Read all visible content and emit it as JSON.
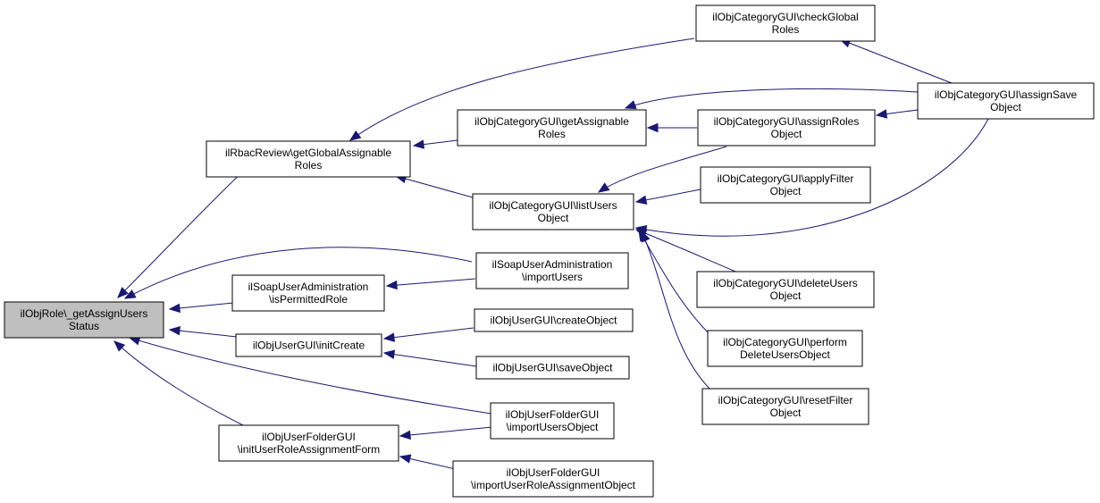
{
  "colors": {
    "edge": "#191970",
    "focus_fill": "#bfbfbf",
    "node_fill": "#ffffff",
    "node_border": "#000000"
  },
  "nodes": {
    "assign_users_status": {
      "lines": [
        "ilObjRole\\_getAssignUsers",
        "Status"
      ],
      "focus": true
    },
    "rbac_get_global": {
      "lines": [
        "ilRbacReview\\getGlobalAssignable",
        "Roles"
      ]
    },
    "soap_is_permitted": {
      "lines": [
        "ilSoapUserAdministration",
        "\\isPermittedRole"
      ]
    },
    "user_init_create": {
      "lines": [
        "ilObjUserGUI\\initCreate"
      ]
    },
    "folder_init_form": {
      "lines": [
        "ilObjUserFolderGUI",
        "\\initUserRoleAssignmentForm"
      ]
    },
    "cat_get_assignable": {
      "lines": [
        "ilObjCategoryGUI\\getAssignable",
        "Roles"
      ]
    },
    "cat_list_users": {
      "lines": [
        "ilObjCategoryGUI\\listUsers",
        "Object"
      ]
    },
    "soap_import_users": {
      "lines": [
        "ilSoapUserAdministration",
        "\\importUsers"
      ]
    },
    "user_create_object": {
      "lines": [
        "ilObjUserGUI\\createObject"
      ]
    },
    "user_save_object": {
      "lines": [
        "ilObjUserGUI\\saveObject"
      ]
    },
    "folder_import_users": {
      "lines": [
        "ilObjUserFolderGUI",
        "\\importUsersObject"
      ]
    },
    "folder_import_role": {
      "lines": [
        "ilObjUserFolderGUI",
        "\\importUserRoleAssignmentObject"
      ]
    },
    "cat_check_global": {
      "lines": [
        "ilObjCategoryGUI\\checkGlobal",
        "Roles"
      ]
    },
    "cat_assign_roles": {
      "lines": [
        "ilObjCategoryGUI\\assignRoles",
        "Object"
      ]
    },
    "cat_apply_filter": {
      "lines": [
        "ilObjCategoryGUI\\applyFilter",
        "Object"
      ]
    },
    "cat_delete_users": {
      "lines": [
        "ilObjCategoryGUI\\deleteUsers",
        "Object"
      ]
    },
    "cat_perform_delete": {
      "lines": [
        "ilObjCategoryGUI\\perform",
        "DeleteUsersObject"
      ]
    },
    "cat_reset_filter": {
      "lines": [
        "ilObjCategoryGUI\\resetFilter",
        "Object"
      ]
    },
    "cat_assign_save": {
      "lines": [
        "ilObjCategoryGUI\\assignSave",
        "Object"
      ]
    }
  }
}
